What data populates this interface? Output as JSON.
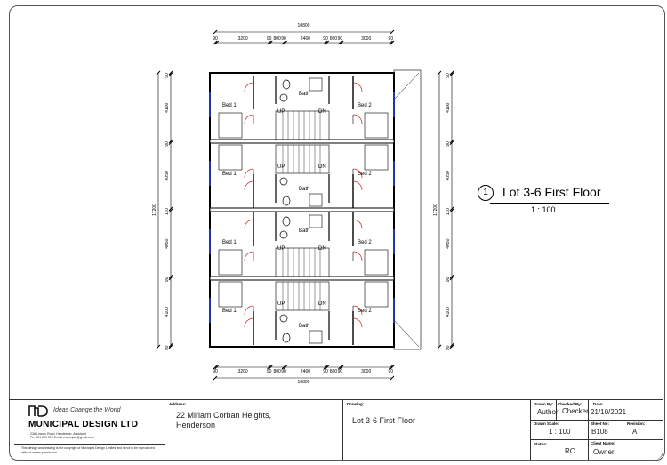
{
  "view": {
    "number": "1",
    "title": "Lot 3-6 First Floor",
    "scale": "1 : 100"
  },
  "dimensions": {
    "overall_width": "10800",
    "width_segments": [
      "90",
      "3200",
      "90",
      "800",
      "90",
      "2460",
      "90",
      "800",
      "90",
      "3000",
      "90"
    ],
    "overall_height": "17200",
    "height_segments": [
      "90",
      "4100",
      "90",
      "4050",
      "110",
      "4050",
      "90",
      "4100",
      "90"
    ]
  },
  "plan": {
    "units": [
      {
        "bed_left": "Bed 1",
        "bed_right": "Bed 2",
        "bath": "Bath",
        "up": "UP",
        "dn": "DN"
      },
      {
        "bed_left": "Bed 1",
        "bed_right": "Bed 2",
        "bath": "Bath",
        "up": "UP",
        "dn": "DN"
      },
      {
        "bed_left": "Bed 1",
        "bed_right": "Bed 2",
        "bath": "Bath",
        "up": "UP",
        "dn": "DN"
      },
      {
        "bed_left": "Bed 1",
        "bed_right": "Bed 2",
        "bath": "Bath",
        "up": "UP",
        "dn": "DN"
      }
    ],
    "door_color": "#cc2222",
    "window_color": "#2233aa"
  },
  "title_block": {
    "company": {
      "tagline": "Ideas Change the World",
      "name": "MUNICIPAL DESIGN LTD",
      "address": "23A Lincoln Road, Henderson, Auckland",
      "contact": "Ph: 021 000 000 Email: municipal@gmail.com",
      "copyright": "This design and drawing is the copyright of Municipal Design Limited and is not to be reproduced without written permission."
    },
    "address_label": "Address:",
    "address_line1": "22 Miriam Corban Heights,",
    "address_line2": "Henderson",
    "drawing_label": "Drawing:",
    "drawing": "Lot 3-6 First Floor",
    "drawn_by_label": "Drawn By:",
    "drawn_by": "Author",
    "checked_by_label": "Checked By:",
    "checked_by": "Checker",
    "date_label": "Date:",
    "date": "21/10/2021",
    "drawn_scale_label": "Drawn Scale:",
    "drawn_scale": "1 : 100",
    "sheet_no_label": "Sheet No:",
    "sheet_no": "B108",
    "revision_label": "Revision:",
    "revision": "A",
    "status_label": "Status:",
    "status": "RC",
    "client_label": "Client Name:",
    "client": "Owner"
  }
}
